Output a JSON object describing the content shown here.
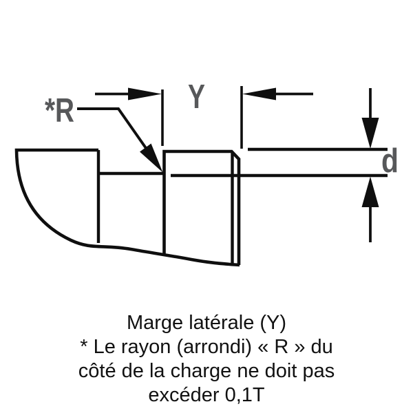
{
  "figure": {
    "type": "technical-dimension-diagram",
    "labels": {
      "radius": "*R",
      "lateral_margin": "Y",
      "thickness": "d"
    }
  },
  "caption": {
    "lines": [
      "Marge latérale (Y)",
      "* Le rayon (arrondi) « R » du",
      "côté de la charge ne doit pas",
      "excéder 0,1T"
    ]
  },
  "colors": {
    "line": "#0f0f0f",
    "label": "#57585a",
    "caption": "#111111",
    "background": "#ffffff"
  }
}
